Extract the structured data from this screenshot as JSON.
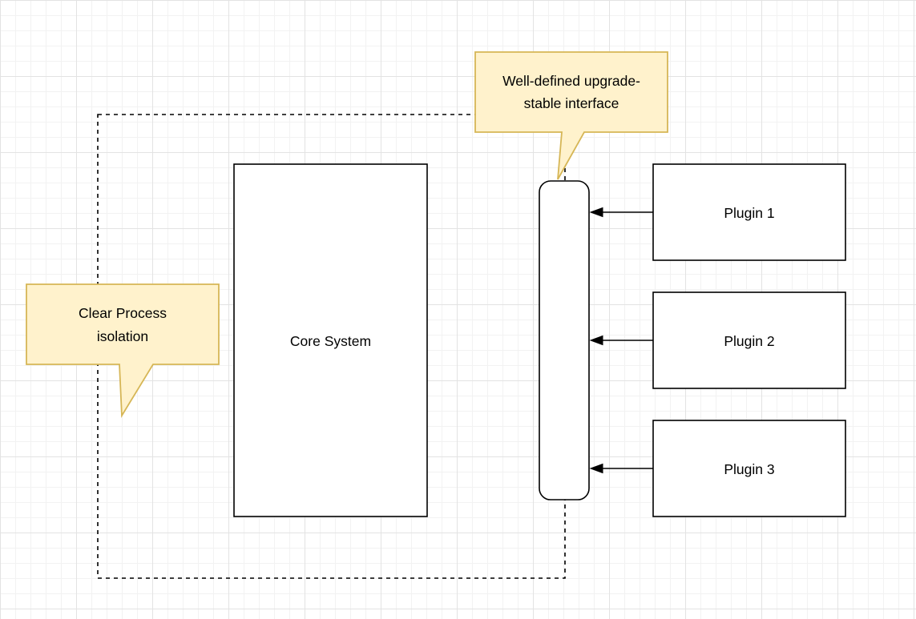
{
  "colors": {
    "note_fill": "#FFF2CC",
    "note_border": "#D6B656",
    "shape_fill": "#FFFFFF",
    "shape_border": "#000000",
    "grid_minor": "#F2F2F2",
    "grid_major": "#E3E3E3"
  },
  "core_system": {
    "label": "Core System"
  },
  "plugins": [
    {
      "label": "Plugin 1"
    },
    {
      "label": "Plugin 2"
    },
    {
      "label": "Plugin 3"
    }
  ],
  "notes": {
    "interface": {
      "line1": "Well-defined upgrade-",
      "line2": "stable interface"
    },
    "isolation": {
      "line1": "Clear Process",
      "line2": "isolation"
    }
  }
}
